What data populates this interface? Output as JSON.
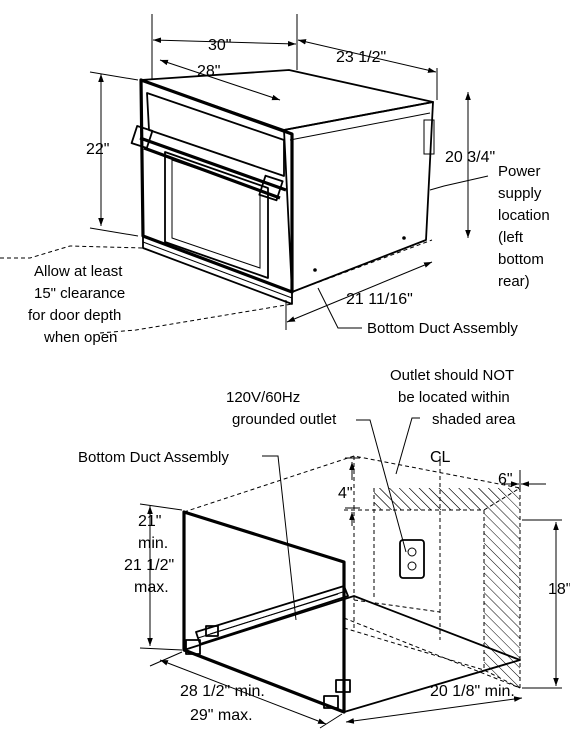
{
  "top_view": {
    "width_outer": "30\"",
    "width_inner": "28\"",
    "depth_top": "23 1/2\"",
    "height": "22\"",
    "height_right": "20 3/4\"",
    "depth_bottom": "21 11/16\"",
    "clearance_note": [
      "Allow at least",
      "15\" clearance",
      "for door depth",
      "when open"
    ],
    "power_supply": [
      "Power",
      "supply",
      "location",
      "(left",
      "bottom",
      "rear)"
    ],
    "bottom_duct": "Bottom Duct Assembly"
  },
  "bottom_view": {
    "outlet_label": [
      "120V/60Hz",
      "grounded outlet"
    ],
    "outlet_note": [
      "Outlet should NOT",
      "be located within",
      "shaded area"
    ],
    "bottom_duct": "Bottom Duct Assembly",
    "centerline": "CL",
    "offset_right": "6\"",
    "offset_top": "4\"",
    "height_right": "18\"",
    "height_left": [
      "21\"",
      "min.",
      "21 1/2\"",
      "max."
    ],
    "width_front": [
      "28 1/2\" min.",
      "29\" max."
    ],
    "depth_bottom": "20 1/8\" min."
  }
}
